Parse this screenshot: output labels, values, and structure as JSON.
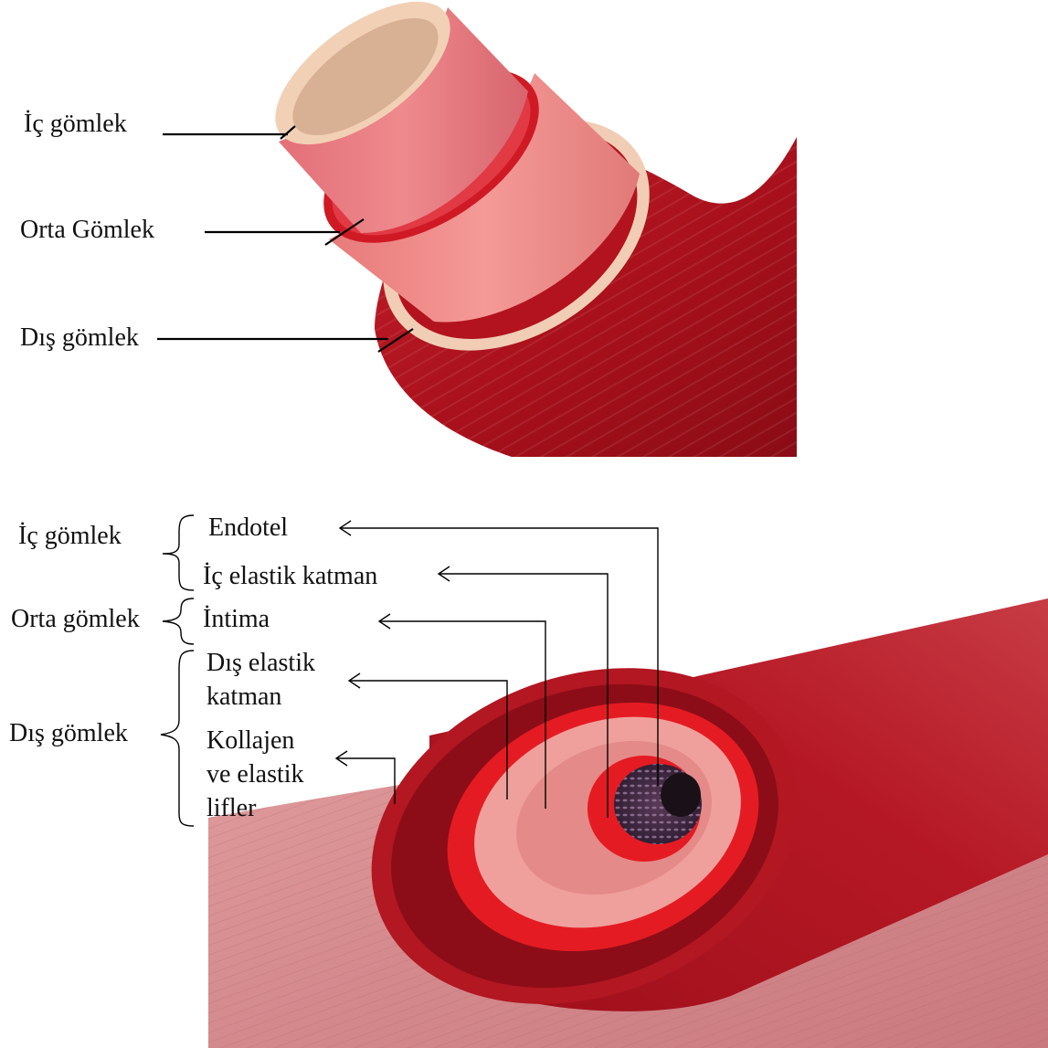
{
  "top_diagram": {
    "labels": {
      "ic": "İç gömlek",
      "orta": "Orta Gömlek",
      "dis": "Dış gömlek"
    }
  },
  "bottom_diagram": {
    "groups": {
      "ic": "İç gömlek",
      "orta": "Orta gömlek",
      "dis": "Dış gömlek"
    },
    "layers": {
      "endotel": "Endotel",
      "ic_elastik": "İç elastik katman",
      "intima": "İntima",
      "dis_elastik_1": "Dış elastik",
      "dis_elastik_2": "katman",
      "kollajen_1": "Kollajen",
      "kollajen_2": "ve elastik",
      "kollajen_3": "lifler"
    }
  },
  "colors": {
    "adventitia": "#b0121e",
    "media": "#f28c8a",
    "intima": "#e67a80",
    "lumen": "#f3d3bd",
    "tissue": "#d98d8f",
    "bright_red": "#e51b23"
  }
}
